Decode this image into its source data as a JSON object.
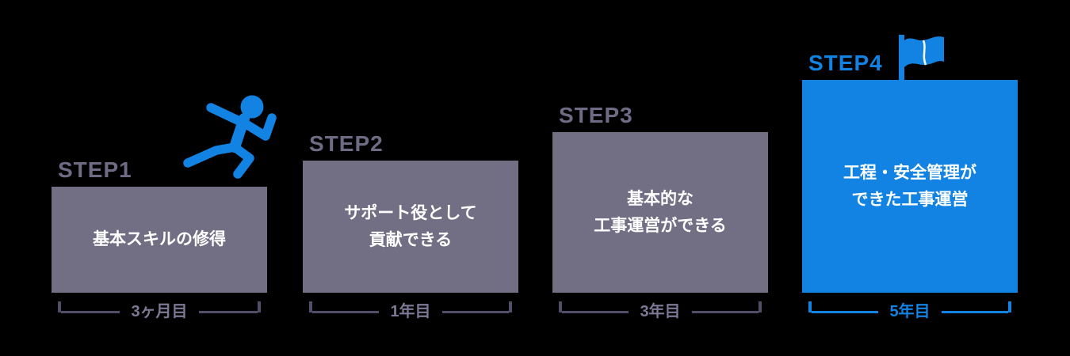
{
  "title": "career-step-diagram",
  "colors": {
    "background": "#000000",
    "block_gray": "#726F85",
    "accent_blue": "#1283E2",
    "label_gray": "#6E6B85",
    "bracket_gray": "#504E69",
    "period_gray": "#7C7994",
    "block_text": "#FFFFFF"
  },
  "icons": {
    "runner": "running-person-icon",
    "flag": "goal-flag-icon"
  },
  "steps": [
    {
      "label": "STEP1",
      "description_lines": [
        "基本スキルの修得"
      ],
      "period": "3ヶ月目",
      "highlighted": false
    },
    {
      "label": "STEP2",
      "description_lines": [
        "サポート役として",
        "貢献できる"
      ],
      "period": "1年目",
      "highlighted": false
    },
    {
      "label": "STEP3",
      "description_lines": [
        "基本的な",
        "工事運営ができる"
      ],
      "period": "3年目",
      "highlighted": false
    },
    {
      "label": "STEP4",
      "description_lines": [
        "工程・安全管理が",
        "できた工事運営"
      ],
      "period": "5年目",
      "highlighted": true
    }
  ]
}
